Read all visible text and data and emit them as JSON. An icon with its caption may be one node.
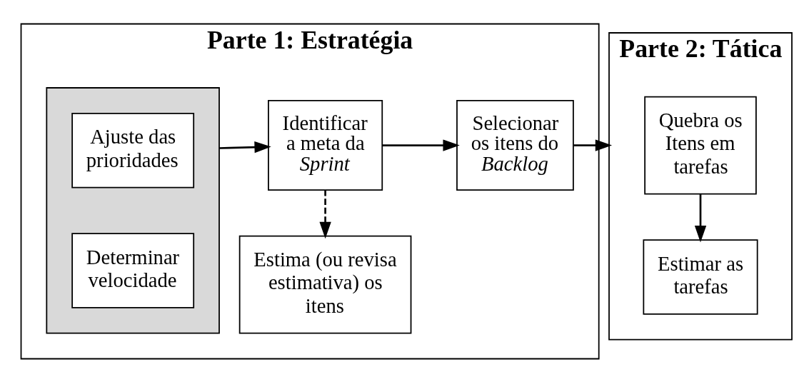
{
  "diagram": {
    "nodes": [
      {
        "text": [
          "Parte 1: Estratégia"
        ]
      },
      {
        "text": [],
        "shape": "box",
        "in": 0
      },
      {
        "text": [
          "Ajuste das prioridades"
        ],
        "in": 1
      },
      {
        "text": [
          "Determinar velocidade"
        ],
        "in": 1
      },
      {
        "text": [
          "Identificar a meta da *Sprint*"
        ],
        "in": 0
      },
      {
        "text": [
          "Selecionar os itens do *Backlog*"
        ],
        "in": 0
      },
      {
        "text": [
          "Estima (ou revisa estimativa) os itens"
        ],
        "in": 0
      },
      {
        "text": [
          "Parte 2: Tática"
        ]
      },
      {
        "text": [
          "Quebra os Itens em tarefas"
        ],
        "in": 7
      },
      {
        "text": [
          "Estimar as tarefas"
        ],
        "in": 7
      }
    ],
    "edges": [
      {
        "from": 1,
        "to": 4,
        "arrow": "to"
      },
      {
        "from": 4,
        "to": 5,
        "arrow": "to"
      },
      {
        "from": 5,
        "to": 7,
        "arrow": "to"
      },
      {
        "from": 4,
        "to": 6,
        "arrow": "to",
        "style": "dashed"
      },
      {
        "from": 8,
        "to": 9,
        "arrow": "to"
      }
    ]
  }
}
